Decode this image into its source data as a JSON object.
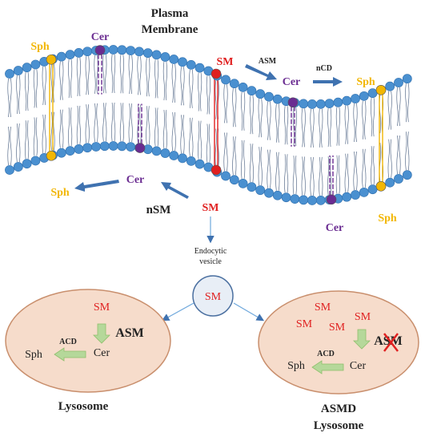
{
  "colors": {
    "head": "#4a90d0",
    "head_stroke": "#2f6fae",
    "tail": "#5a6e8c",
    "sph": "#f2b705",
    "cer": "#6a2c91",
    "sm": "#e02020",
    "arrow_blue": "#3f72b0",
    "arrow_green": "#b5d89a",
    "lysosome_fill": "#f6dccb",
    "lysosome_stroke": "#c98f6d",
    "vesicle_fill": "#e8eef6",
    "vesicle_stroke": "#4a6fa0",
    "red_x": "#e02020"
  },
  "membrane": {
    "title_line1": "Plasma",
    "title_line2": "Membrane",
    "sph_top_left": "Sph",
    "cer_top": "Cer",
    "sm_top": "SM",
    "asm_label": "ASM",
    "cer_mid": "Cer",
    "ncd_label": "nCD",
    "sph_top_right": "Sph",
    "cer_bottom_left": "Cer",
    "sph_bottom_left": "Sph",
    "nsm_label": "nSM",
    "sm_bottom": "SM",
    "cer_bottom_right": "Cer",
    "sph_bottom_right": "Sph"
  },
  "vesicle": {
    "title_line1": "Endocytic",
    "title_line2": "vesicle",
    "content": "SM"
  },
  "lysosome": {
    "sm": "SM",
    "asm": "ASM",
    "acd": "ACD",
    "sph": "Sph",
    "cer": "Cer",
    "caption": "Lysosome"
  },
  "asmd_lysosome": {
    "sm_1": "SM",
    "sm_2": "SM",
    "sm_3": "SM",
    "sm_4": "SM",
    "asm": "ASM",
    "acd": "ACD",
    "sph": "Sph",
    "cer": "Cer",
    "caption_line1": "ASMD",
    "caption_line2": "Lysosome"
  }
}
